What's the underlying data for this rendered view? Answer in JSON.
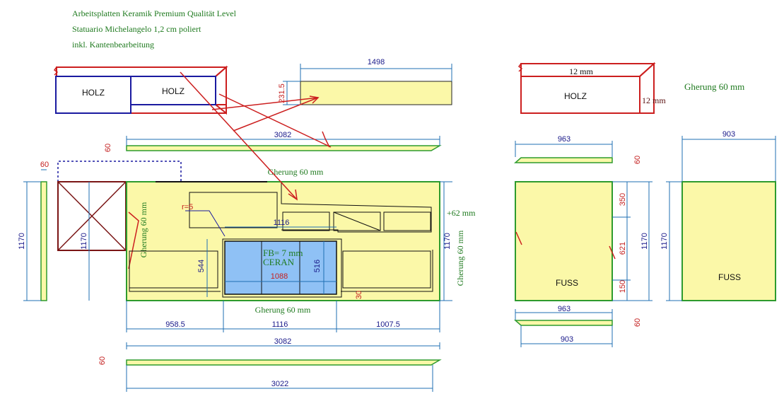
{
  "header": {
    "line1": "Arbeitsplatten Keramik Premium Qualität Level",
    "line2": "Statuario Michelangelo 1,2 cm poliert",
    "line3": "inkl. Kantenbearbeitung"
  },
  "labels": {
    "holz": "HOLZ",
    "fuss": "FUSS",
    "gherung": "Gherung 60 mm",
    "gherung_v": "Gherung 60 mm",
    "plus62": "+62 mm",
    "fb": "FB= 7 mm",
    "ceran": "CERAN",
    "r5": "r=5",
    "mm12_top": "12 mm",
    "mm12_side": "12 mm"
  },
  "dims": {
    "d1498": "1498",
    "d231_5": "231.5",
    "d3082_top": "3082",
    "d60_strip": "60",
    "d60_left": "60",
    "d1170_a": "1170",
    "d1170_b": "1170",
    "d1170_c": "1170",
    "d1170_d": "1170",
    "d1170_e": "1170",
    "d1116_in": "1116",
    "d544": "544",
    "d516": "516",
    "d1088": "1088",
    "d30": "30",
    "d958_5": "958.5",
    "d1116_bot": "1116",
    "d1007_5": "1007.5",
    "d3082_bot": "3082",
    "d60_bot": "60",
    "d3022": "3022",
    "d963_top": "963",
    "d60_r1": "60",
    "d350": "350",
    "d621": "621",
    "d150": "150",
    "d963_bot": "963",
    "d60_r2": "60",
    "d903_bot": "903",
    "d903_top": "903"
  },
  "colors": {
    "panel_fill": "#fbf8a8",
    "panel_edge": "#2e9b2e",
    "ceran_fill": "#8fc1f5",
    "holz_red": "#cc1f1f",
    "holz_blue": "#1a1aa0",
    "dimension": "#1f6fb3",
    "note_green": "#1f7a1f"
  }
}
